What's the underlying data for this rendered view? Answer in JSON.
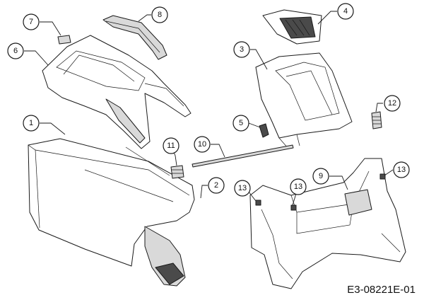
{
  "drawing_code": "E3-08221E-01",
  "callouts": [
    {
      "id": "1",
      "label": "1"
    },
    {
      "id": "2",
      "label": "2"
    },
    {
      "id": "3",
      "label": "3"
    },
    {
      "id": "4",
      "label": "4"
    },
    {
      "id": "5",
      "label": "5"
    },
    {
      "id": "6",
      "label": "6"
    },
    {
      "id": "7",
      "label": "7"
    },
    {
      "id": "8",
      "label": "8"
    },
    {
      "id": "9",
      "label": "9"
    },
    {
      "id": "10",
      "label": "10"
    },
    {
      "id": "11",
      "label": "11"
    },
    {
      "id": "12",
      "label": "12"
    },
    {
      "id": "13a",
      "label": "13"
    },
    {
      "id": "13b",
      "label": "13"
    },
    {
      "id": "13c",
      "label": "13"
    }
  ]
}
